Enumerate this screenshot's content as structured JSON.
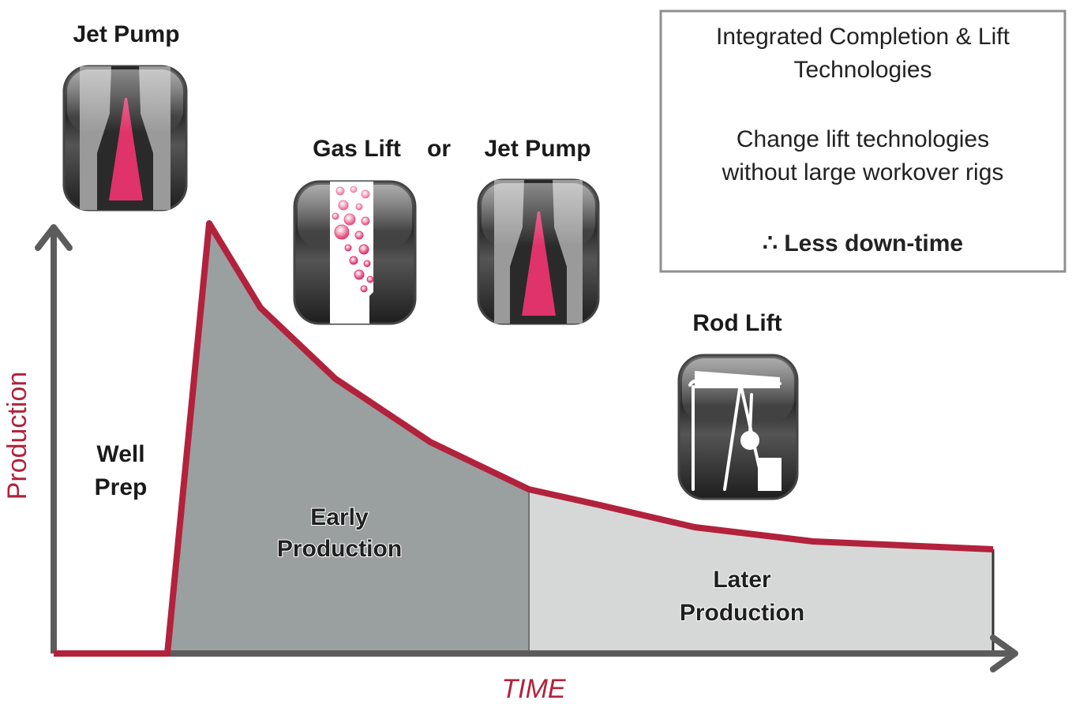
{
  "axes": {
    "y_label": "Production",
    "x_label": "TIME"
  },
  "phases": {
    "well_prep_line1": "Well",
    "well_prep_line2": "Prep",
    "early_line1": "Early",
    "early_line2": "Production",
    "later_line1": "Later",
    "later_line2": "Production"
  },
  "lift_labels": {
    "top_left": "Jet Pump",
    "gas_lift": "Gas Lift",
    "or": "or",
    "jet_pump_middle": "Jet Pump",
    "rod_lift": "Rod Lift"
  },
  "info_box": {
    "line1": "Integrated Completion & Lift",
    "line2": "Technologies",
    "line3": "Change lift technologies",
    "line4": "without large workover rigs",
    "line5": "∴ Less down-time"
  },
  "icons": [
    "jet-pump-icon",
    "gas-lift-icon",
    "jet-pump-icon",
    "rod-lift-icon"
  ],
  "colors": {
    "curve": "#b2223c",
    "early_fill": "#9aa09f",
    "later_fill": "#d6d8d7",
    "axis": "#5c5c5c",
    "pink": "#e0336b"
  }
}
